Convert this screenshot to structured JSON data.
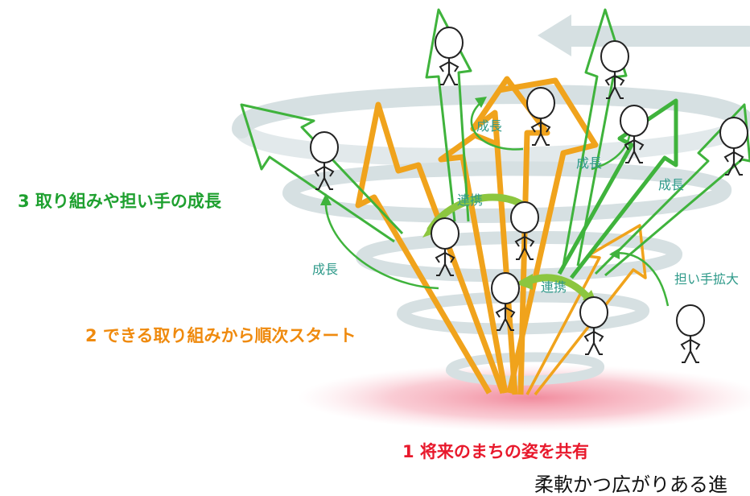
{
  "headings": {
    "step1": "1 将来のまちの姿を共有",
    "step2": "2 できる取り組みから順次スタート",
    "step3": "3 取り組みや担い手の成長"
  },
  "labels": {
    "growth_left": "成長",
    "growth_top": "成長",
    "growth_center": "成長",
    "growth_right": "成長",
    "collab_top": "連携",
    "collab_bottom": "連携",
    "expand": "担い手拡大"
  },
  "caption": "柔軟かつ広がりある進",
  "colors": {
    "step1": "#e8192c",
    "step2": "#ef8a0e",
    "step3": "#1ea02f",
    "orange_arrow": "#f0a31c",
    "green_arrow": "#3fb33c",
    "swirl": "#d4dee0",
    "base_glow": "#f7b9c3",
    "label_text": "#2f9a8a"
  }
}
